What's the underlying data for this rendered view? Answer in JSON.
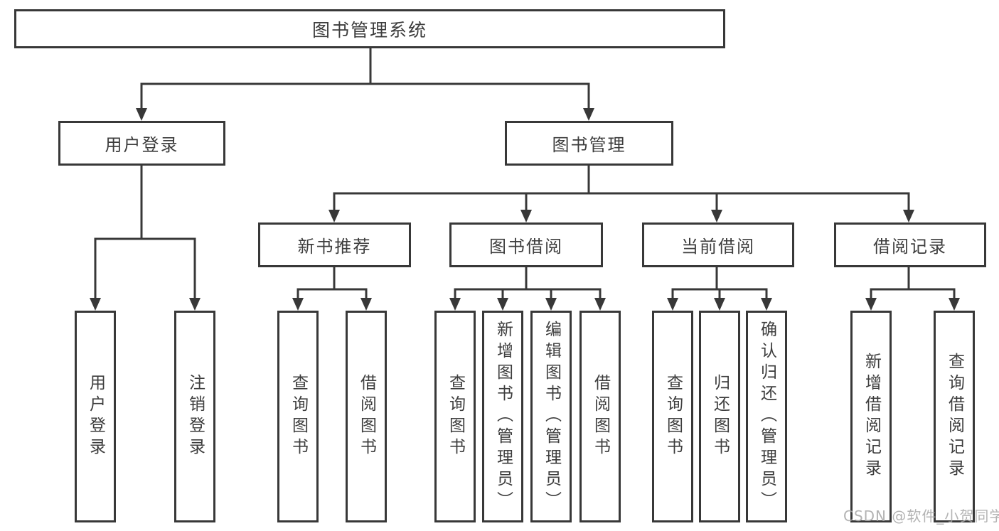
{
  "colors": {
    "background": "#ffffff",
    "line": "#383838",
    "text": "#3d3d3d",
    "watermark": "#a6a6a6"
  },
  "root": {
    "label": "图书管理系统"
  },
  "level1": [
    {
      "label": "用户登录",
      "leaves": [
        "用户登录",
        "注销登录"
      ]
    },
    {
      "label": "图书管理",
      "groups": [
        {
          "label": "新书推荐",
          "leaves": [
            "查询图书",
            "借阅图书"
          ]
        },
        {
          "label": "图书借阅",
          "leaves": [
            "查询图书",
            "新增图书（管理员）",
            "编辑图书（管理员）",
            "借阅图书"
          ]
        },
        {
          "label": "当前借阅",
          "leaves": [
            "查询图书",
            "归还图书",
            "确认归还（管理员）"
          ]
        },
        {
          "label": "借阅记录",
          "leaves": [
            "新增借阅记录",
            "查询借阅记录"
          ]
        }
      ]
    }
  ],
  "watermark": {
    "label": "CSDN @软件_小贺同学"
  }
}
